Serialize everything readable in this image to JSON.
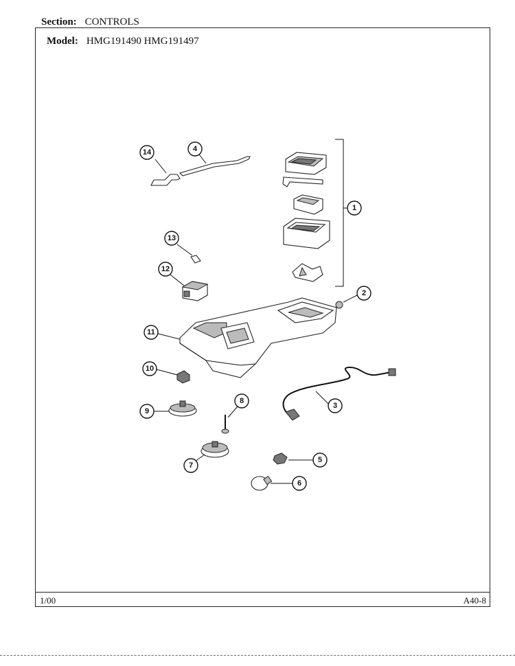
{
  "header": {
    "section_label": "Section:",
    "section_value": "CONTROLS",
    "model_label": "Model:",
    "model_value": "HMG191490 HMG191497"
  },
  "footer": {
    "date": "1/00",
    "page_code": "A40-8"
  },
  "callouts": [
    "1",
    "2",
    "3",
    "4",
    "5",
    "6",
    "7",
    "8",
    "9",
    "10",
    "11",
    "12",
    "13",
    "14"
  ]
}
